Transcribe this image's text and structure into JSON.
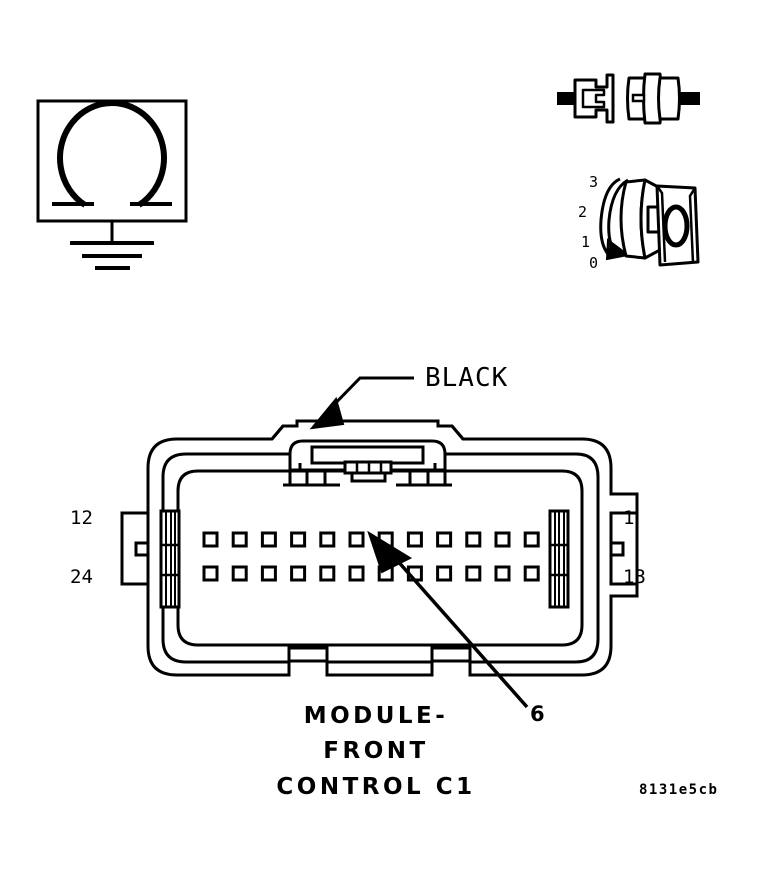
{
  "figure": {
    "id_code": "8131e5cb",
    "type": "automotive-connector-diagram"
  },
  "instruction_icons": {
    "ohmmeter": {
      "name": "ohmmeter-ground-symbol",
      "symbol": "omega",
      "description": "resistance meter connected to ground"
    },
    "disconnect": {
      "name": "connector-disconnect-symbol",
      "description": "two connector halves shown separated"
    },
    "ignition_key": {
      "name": "ignition-key-switch-symbol",
      "positions": [
        "3",
        "2",
        "1",
        "0"
      ],
      "selected_position": "0",
      "description": "key switch set to position 0"
    }
  },
  "connector": {
    "color_label": "BLACK",
    "pin_labels": {
      "top_left": "12",
      "bottom_left": "24",
      "top_right": "1",
      "bottom_right": "13"
    },
    "pin_count": 24,
    "pins_per_row": 12,
    "rows": 2,
    "callout": {
      "pin": "6",
      "target_row": 0,
      "target_index_from_right": 6
    },
    "caption_lines": [
      "MODULE-",
      "FRONT",
      "CONTROL C1"
    ]
  },
  "colors": {
    "stroke": "#000000",
    "background": "#ffffff"
  }
}
